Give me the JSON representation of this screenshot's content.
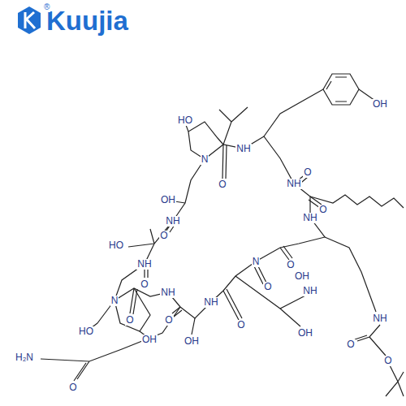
{
  "diagram": {
    "labels": [
      "Kuujia",
      "®",
      "OH",
      "HO",
      "N",
      "NH",
      "O",
      "NH",
      "O",
      "O",
      "NH",
      "OH",
      "NH",
      "O",
      "HO",
      "NH",
      "O",
      "N",
      "O",
      "OH",
      "O",
      "N",
      "NH",
      "O",
      "HO",
      "OH",
      "NH",
      "O",
      "OH",
      "NH",
      "O",
      "OH",
      "H₂N",
      "O",
      "NH",
      "O",
      "O"
    ]
  }
}
